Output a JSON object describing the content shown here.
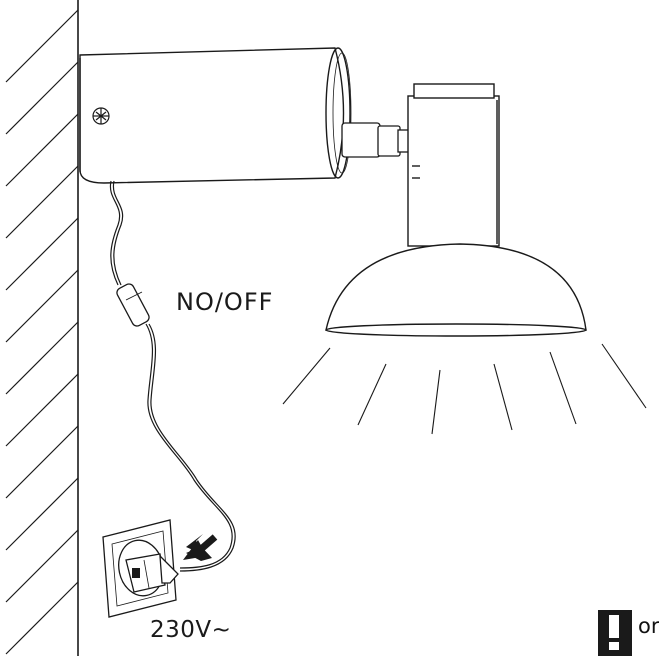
{
  "labels": {
    "switch": "NO/OFF",
    "voltage": "230V~",
    "warning_fragment": "or"
  },
  "icons": {
    "warning": "exclamation-icon",
    "arrow": "insert-arrow-icon"
  },
  "colors": {
    "line": "#1a1a1a",
    "background": "#ffffff"
  }
}
